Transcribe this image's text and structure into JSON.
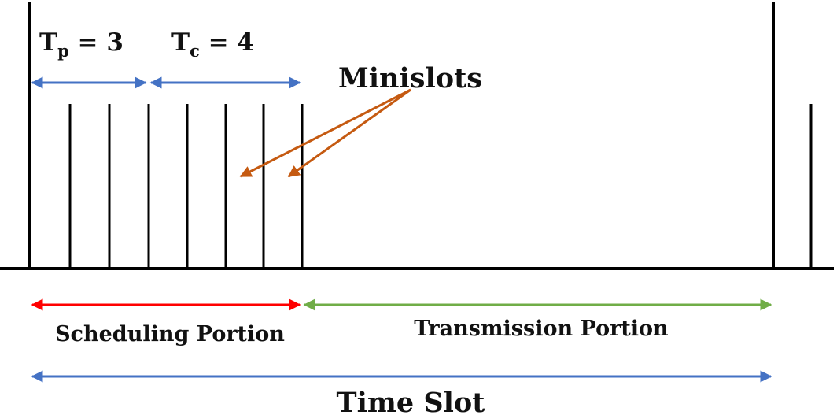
{
  "labels": {
    "tp_symbol": "T",
    "tp_sub": "p",
    "tp_eq": " = 3",
    "tc_symbol": "T",
    "tc_sub": "c",
    "tc_eq": " = 4",
    "minislots": "Minislots",
    "scheduling": "Scheduling Portion",
    "transmission": "Transmission Portion",
    "timeslot": "Time Slot"
  },
  "colors": {
    "axis": "#000000",
    "tp_tc_arrow": "#4472C4",
    "scheduling_arrow": "#FF0000",
    "transmission_arrow": "#70AD47",
    "timeslot_arrow": "#4472C4",
    "minislot_pointer": "#C55A11"
  }
}
